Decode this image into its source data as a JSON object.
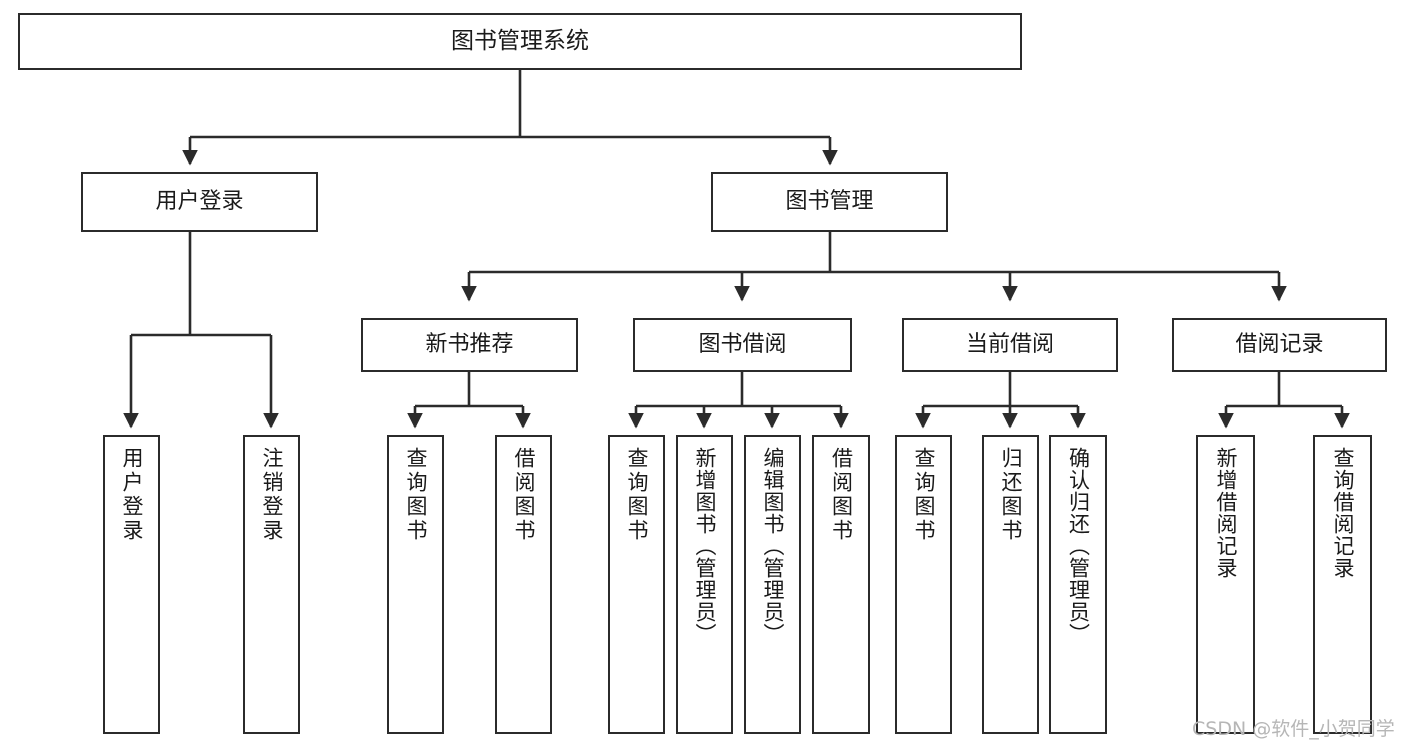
{
  "diagram": {
    "title": "图书管理系统",
    "type": "tree-hierarchy-chart",
    "orientation": "top-down",
    "colors": {
      "box_border": "#2b2b2b",
      "box_fill": "#ffffff",
      "connector": "#2b2b2b",
      "text": "#1a1a1a",
      "watermark": "#b6b6b6",
      "background": "#ffffff"
    },
    "root": {
      "id": "root",
      "label": "图书管理系统"
    },
    "level2": [
      {
        "id": "user-login",
        "label": "用户登录"
      },
      {
        "id": "book-management",
        "label": "图书管理"
      }
    ],
    "level3": [
      {
        "id": "new-book-recommend",
        "label": "新书推荐",
        "parent": "book-management"
      },
      {
        "id": "book-borrow",
        "label": "图书借阅",
        "parent": "book-management"
      },
      {
        "id": "current-borrow",
        "label": "当前借阅",
        "parent": "book-management"
      },
      {
        "id": "borrow-record",
        "label": "借阅记录",
        "parent": "book-management"
      }
    ],
    "leaves": {
      "user-login": [
        {
          "id": "leaf-user-login",
          "label": "用户登录"
        },
        {
          "id": "leaf-user-logout",
          "label": "注销登录"
        }
      ],
      "new-book-recommend": [
        {
          "id": "leaf-query-book-1",
          "label": "查询图书"
        },
        {
          "id": "leaf-borrow-book-1",
          "label": "借阅图书"
        }
      ],
      "book-borrow": [
        {
          "id": "leaf-query-book-2",
          "label": "查询图书"
        },
        {
          "id": "leaf-add-book",
          "label": "新增图书（管理员）"
        },
        {
          "id": "leaf-edit-book",
          "label": "编辑图书（管理员）"
        },
        {
          "id": "leaf-borrow-book-2",
          "label": "借阅图书"
        }
      ],
      "current-borrow": [
        {
          "id": "leaf-query-book-3",
          "label": "查询图书"
        },
        {
          "id": "leaf-return-book",
          "label": "归还图书"
        },
        {
          "id": "leaf-confirm-return",
          "label": "确认归还（管理员）"
        }
      ],
      "borrow-record": [
        {
          "id": "leaf-add-record",
          "label": "新增借阅记录"
        },
        {
          "id": "leaf-query-record",
          "label": "查询借阅记录"
        }
      ]
    }
  },
  "watermark": {
    "text": "CSDN @软件_小贺同学"
  }
}
